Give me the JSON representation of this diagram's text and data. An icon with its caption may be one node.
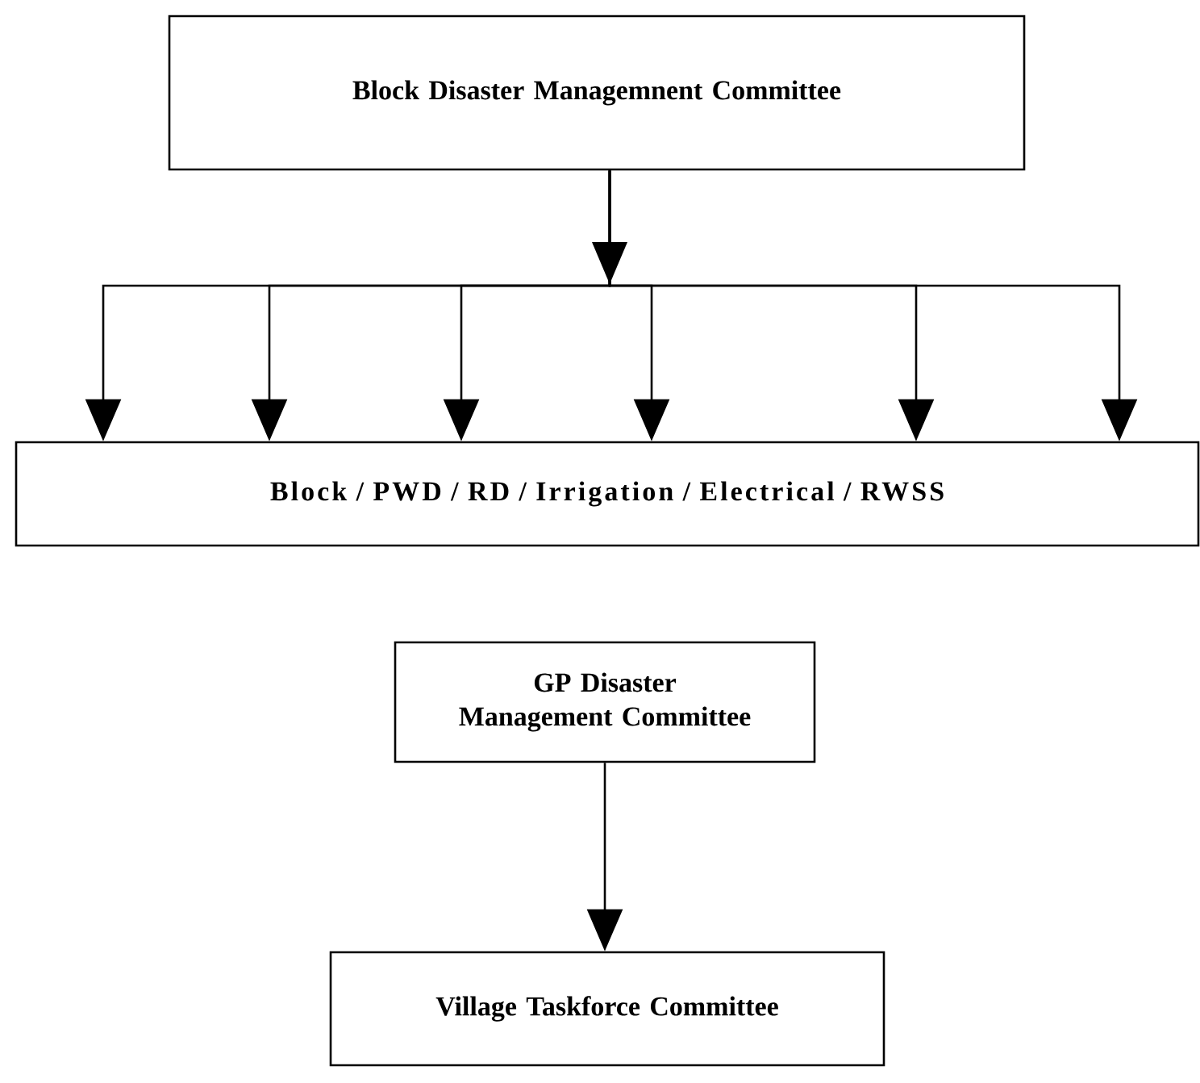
{
  "diagram": {
    "nodes": [
      {
        "text": [
          "Block Disaster Managemnent Committee"
        ]
      },
      {
        "text": [
          "Block / PWD / RD / Irrigation / Electrical / RWSS"
        ]
      },
      {
        "text": [
          "GP Disaster Management Committee"
        ]
      },
      {
        "text": [
          "Village Taskforce Committee"
        ]
      }
    ],
    "edges": [
      {
        "from": 0,
        "to": 1,
        "arrow": "to"
      },
      {
        "from": 0,
        "to": 1,
        "arrow": "to"
      },
      {
        "from": 0,
        "to": 1,
        "arrow": "to"
      },
      {
        "from": 0,
        "to": 1,
        "arrow": "to"
      },
      {
        "from": 0,
        "to": 1,
        "arrow": "to"
      },
      {
        "from": 0,
        "to": 1,
        "arrow": "to"
      },
      {
        "from": 2,
        "to": 3,
        "arrow": "to"
      }
    ]
  }
}
